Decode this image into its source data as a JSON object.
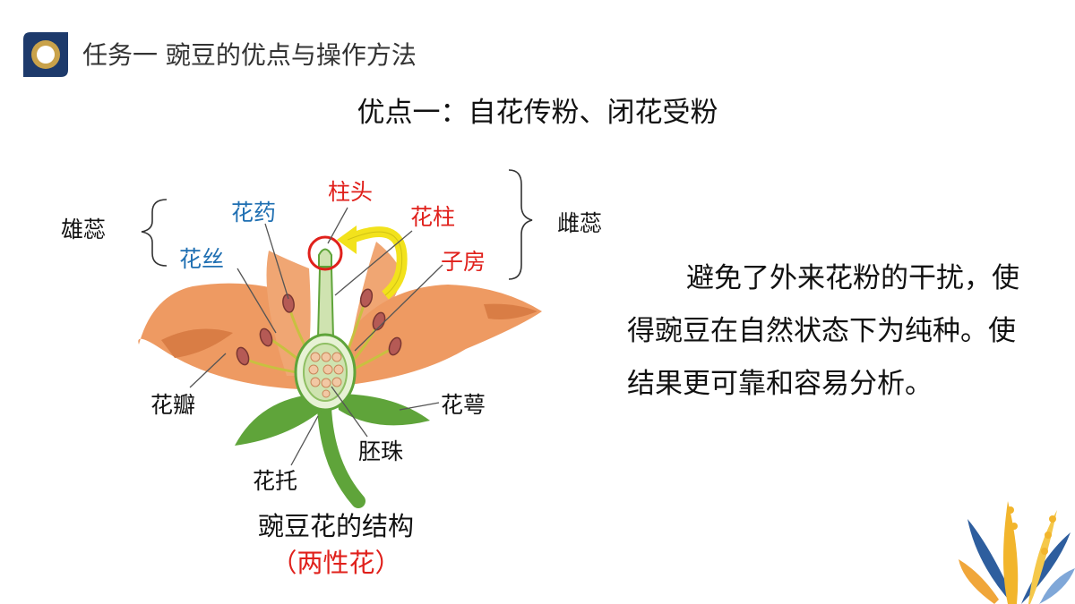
{
  "header": {
    "title": "任务一 豌豆的优点与操作方法"
  },
  "subtitle": "优点一：自花传粉、闭花受粉",
  "diagram": {
    "stamen_group": "雄蕊",
    "pistil_group": "雌蕊",
    "anther": "花药",
    "filament": "花丝",
    "stigma": "柱头",
    "style": "花柱",
    "ovary": "子房",
    "petal": "花瓣",
    "sepal": "花萼",
    "ovule": "胚珠",
    "receptacle": "花托",
    "caption": "豌豆花的结构",
    "caption_note": "（两性花）"
  },
  "paragraph": "避免了外来花粉的干扰，使得豌豆在自然状态下为纯种。使结果更可靠和容易分析。",
  "colors": {
    "blue_label": "#1f6fb2",
    "red_label": "#e0201b",
    "logo_navy": "#1d3a6b",
    "logo_gold": "#c9a24a",
    "petal": "#ee9a62",
    "stem": "#5fa43a",
    "arrow": "#f2e21c"
  }
}
